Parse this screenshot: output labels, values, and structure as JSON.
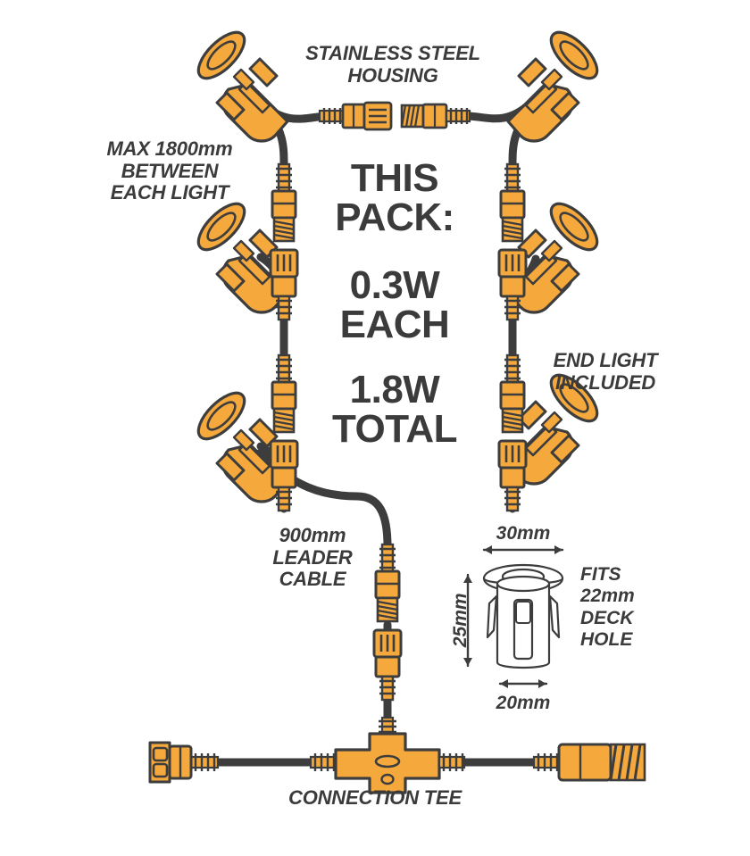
{
  "diagram": {
    "title": "Deck light kit wiring diagram",
    "colors": {
      "connector_orange": "#F5A93C",
      "cable_dark": "#3D3D3D",
      "text_dark": "#3B3B3B",
      "outline": "#3D3D3D",
      "background": "#FFFFFF"
    },
    "labels": {
      "housing": "STAINLESS STEEL\nHOUSING",
      "spacing": "MAX 1800mm\nBETWEEN\nEACH LIGHT",
      "end_light": "END LIGHT\nINCLUDED",
      "leader_cable": "900mm\nLEADER\nCABLE",
      "connection_tee": "CONNECTION TEE"
    },
    "pack_spec": {
      "heading": "THIS\nPACK:",
      "per_light": "0.3W\nEACH",
      "total": "1.8W\nTOTAL"
    },
    "dimensions": {
      "top_diameter": "30mm",
      "height": "25mm",
      "body_diameter": "20mm",
      "fits": "FITS\n22mm\nDECK\nHOLE"
    },
    "counts": {
      "lights": 6,
      "inline_connectors": 5
    }
  }
}
